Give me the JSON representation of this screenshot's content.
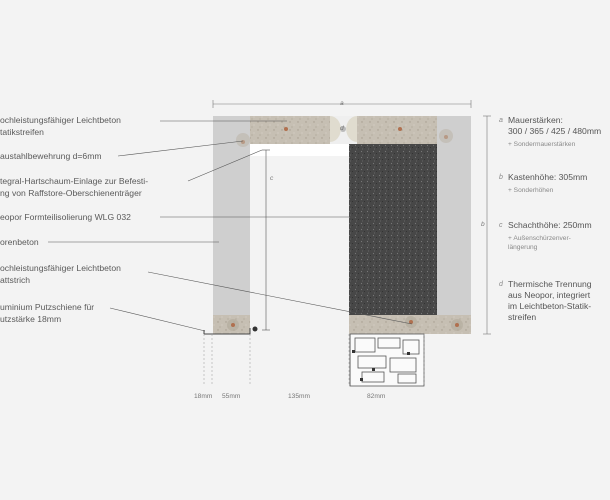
{
  "callouts": [
    {
      "line1": "ochleistungsfähiger Leichtbeton",
      "line2": "tatikstreifen"
    },
    {
      "line1": "austahlbewehrung d=6mm",
      "line2": ""
    },
    {
      "line1": "tegral-Hartschaum-Einlage zur Befesti-",
      "line2": "ng von Raffstore-Oberschienenträger"
    },
    {
      "line1": "eopor Formteilisolierung WLG 032",
      "line2": ""
    },
    {
      "line1": "orenbeton",
      "line2": ""
    },
    {
      "line1": "ochleistungsfähiger Leichtbeton",
      "line2": "attstrich"
    },
    {
      "line1": "uminium Putzschiene für",
      "line2": "utzstärke 18mm"
    }
  ],
  "specs": [
    {
      "letter": "a",
      "main": "Mauerstärken:\n300 / 365 / 425 / 480mm",
      "sub": "+ Sondermauerstärken"
    },
    {
      "letter": "b",
      "main": "Kastenhöhe: 305mm",
      "sub": "+ Sonderhöhen"
    },
    {
      "letter": "c",
      "main": "Schachthöhe: 250mm",
      "sub": "+ Außenschürzenver-\nlängerung"
    },
    {
      "letter": "d",
      "main": "Thermische Trennung\naus Neopor, integriert\nim Leichtbeton-Statik-\nstreifen",
      "sub": ""
    }
  ],
  "dimension_labels": {
    "a": "a",
    "b": "b",
    "c": "c",
    "d": "d",
    "w18": "18mm",
    "w55": "55mm",
    "w135": "135mm",
    "w82": "82mm"
  },
  "colors": {
    "background": "#f3f3f3",
    "pore_concrete": "#cfcfcf",
    "lightweight_concrete": "#bdb6aa",
    "neopor": "#4a4a4a",
    "rebar": "#b0704f",
    "lines": "#555555"
  }
}
